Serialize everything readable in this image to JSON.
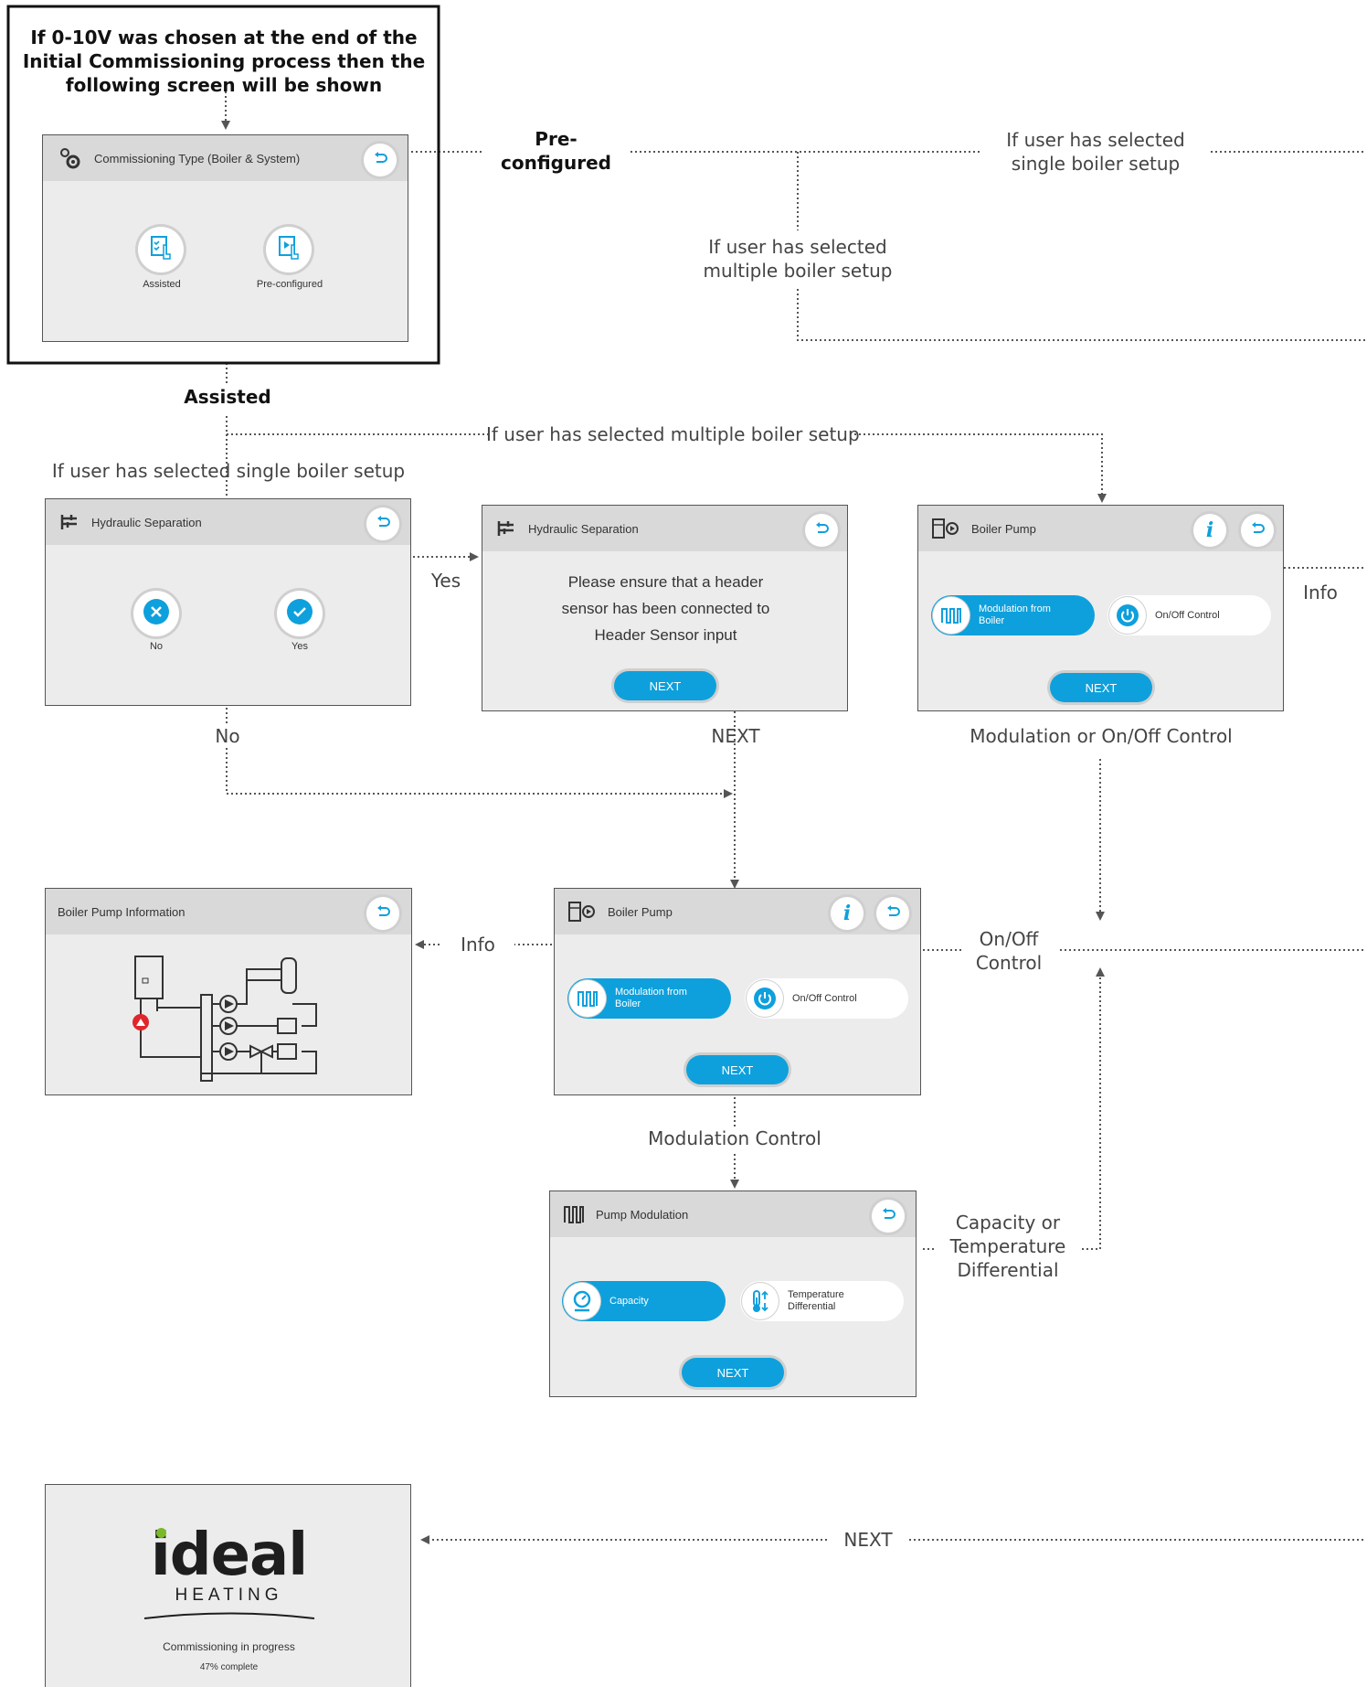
{
  "intro_note": {
    "line1": "If 0-10V was chosen at the end of the",
    "line2": "Initial Commissioning process then the",
    "line3": "following screen will be shown"
  },
  "flow_labels": {
    "preconfigured_1": "Pre-",
    "preconfigured_2": "configured",
    "single_top_1": "If user has selected",
    "single_top_2": "single boiler setup",
    "multiple_top_1": "If user has selected",
    "multiple_top_2": "multiple boiler setup",
    "assisted": "Assisted",
    "multiple_assisted": "If user has selected multiple boiler setup",
    "single_assisted": "If user has selected single boiler setup",
    "yes": "Yes",
    "no": "No",
    "next_1": "NEXT",
    "info_right": "Info",
    "modulation_or_onoff": "Modulation or On/Off Control",
    "info_left": "Info",
    "onoff_1": "On/Off",
    "onoff_2": "Control",
    "modulation_control": "Modulation Control",
    "cap_1": "Capacity or",
    "cap_2": "Temperature",
    "cap_3": "Differential",
    "next_bottom": "NEXT"
  },
  "screen_commissioning": {
    "title": "Commissioning Type (Boiler & System)",
    "opt1": "Assisted",
    "opt2": "Pre-configured"
  },
  "screen_hydraulic_1": {
    "title": "Hydraulic Separation",
    "opt_no": "No",
    "opt_yes": "Yes"
  },
  "screen_hydraulic_2": {
    "title": "Hydraulic Separation",
    "msg1": "Please ensure that a header",
    "msg2": "sensor has been connected to",
    "msg3": "Header Sensor input",
    "next": "NEXT"
  },
  "screen_pump_top": {
    "title": "Boiler Pump",
    "opt1a": "Modulation from",
    "opt1b": "Boiler",
    "opt2": "On/Off Control",
    "next": "NEXT"
  },
  "screen_pump_info": {
    "title": "Boiler Pump Information"
  },
  "screen_pump_mid": {
    "title": "Boiler Pump",
    "opt1a": "Modulation from",
    "opt1b": "Boiler",
    "opt2": "On/Off Control",
    "next": "NEXT"
  },
  "screen_pump_mod": {
    "title": "Pump Modulation",
    "opt1": "Capacity",
    "opt2a": "Temperature",
    "opt2b": "Differential",
    "next": "NEXT"
  },
  "screen_final": {
    "brand": "ideal",
    "brand_sub": "HEATING",
    "status": "Commissioning in progress",
    "progress": "47% complete",
    "progress_fraction": 0.47
  },
  "colors": {
    "accent": "#0ea0dc",
    "brand_green": "#7ab929",
    "alert_red": "#e0262b"
  }
}
